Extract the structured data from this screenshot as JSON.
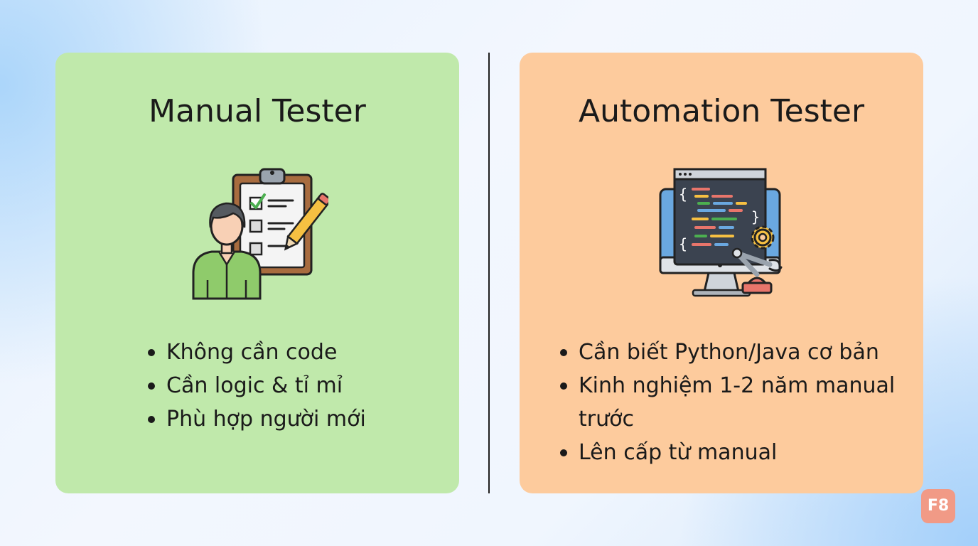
{
  "manual": {
    "title": "Manual Tester",
    "icon": "tester-clipboard-icon",
    "bullets": [
      "Không cần code",
      "Cần logic & tỉ mỉ",
      "Phù hợp người mới"
    ]
  },
  "automation": {
    "title": "Automation Tester",
    "icon": "code-monitor-robot-arm-icon",
    "bullets": [
      "Cần biết Python/Java cơ bản",
      "Kinh nghiệm 1-2 năm manual trước",
      "Lên cấp từ manual"
    ]
  },
  "brand": {
    "label": "F8"
  },
  "colors": {
    "manual_card": "#c0e9ab",
    "automation_card": "#fdcb9d",
    "brand_badge": "#f19a86"
  }
}
